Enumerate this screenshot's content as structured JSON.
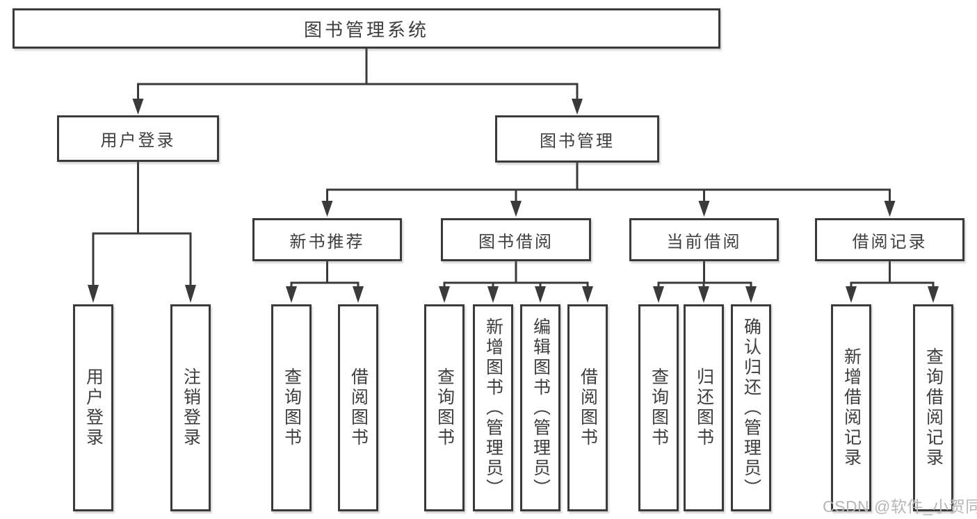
{
  "diagram": {
    "root": {
      "label": "图书管理系统"
    },
    "level2": [
      {
        "label": "用户登录"
      },
      {
        "label": "图书管理"
      }
    ],
    "level3": [
      {
        "label": "新书推荐"
      },
      {
        "label": "图书借阅"
      },
      {
        "label": "当前借阅"
      },
      {
        "label": "借阅记录"
      }
    ],
    "leaves": [
      [
        "用户登录",
        "注销登录"
      ],
      [
        "查询图书",
        "借阅图书"
      ],
      [
        "查询图书",
        "新增图书（管理员）",
        "编辑图书（管理员）",
        "借阅图书"
      ],
      [
        "查询图书",
        "归还图书",
        "确认归还（管理员）"
      ],
      [
        "新增借阅记录",
        "查询借阅记录"
      ]
    ]
  },
  "watermark": {
    "text": "CSDN @软件_小贺同学"
  },
  "colors": {
    "line": "#3a3a3a",
    "text": "#3d3d3d",
    "background": "#ffffff",
    "watermark": "#b6b6b6"
  }
}
